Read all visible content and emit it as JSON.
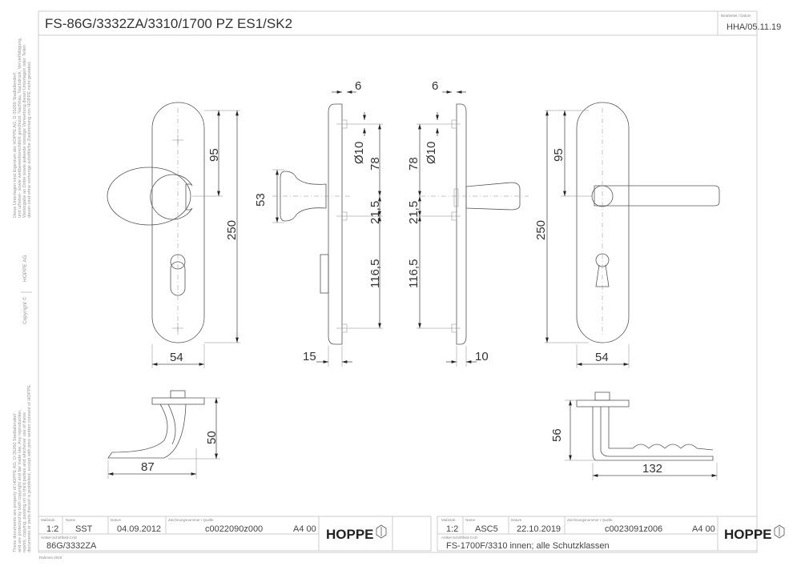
{
  "header": {
    "title": "FS-86G/3332ZA/3310/1700 PZ ES1/SK2",
    "edited_label": "Bearbeitet / Datum",
    "edited_value": "HHA/05.11.19"
  },
  "margin": {
    "copyright": "Copyright ©",
    "company": "HOPPE  AG",
    "legal_de": [
      "Diese Unterlagen sind Eigentum der  HOPPE AG, D-35260 Stadtallendorf",
      "und urheber- sowie wettbewerbsrechtlich geschützt. Nachbau, Nachdruck, Vervielfältigung,",
      "Weitergabe an Dritte sowie jedwede sonstige Verwertung dieser Unterlagen oder Teilen",
      "davon sind ohne vorherige schriftliche Zustimmung von HOPPE nicht gestattet."
    ],
    "legal_en": [
      "These documents are property of HOPPE AG, D-35260 Stadtallendorf",
      "and are protected by both copyright and fair trade law. Any reproduction,",
      "reprint, copying, passing on to third parties and whichever use of these",
      "documents or parts thereof is prohibited, except with prior written consent of HOPPE."
    ]
  },
  "dimensions": {
    "left_front": {
      "height_upper": "95",
      "height_total": "250",
      "width": "54"
    },
    "left_side": {
      "knob": "53",
      "thickness": "15",
      "offset": "6",
      "dia": "Ø10",
      "d1": "78",
      "d2": "21,5",
      "d3": "116,5"
    },
    "right_side": {
      "thickness": "10",
      "offset": "6",
      "dia": "Ø10",
      "d1": "78",
      "d2": "21,5",
      "d3": "116,5"
    },
    "right_front": {
      "height_upper": "95",
      "height_total": "250",
      "width": "54"
    },
    "left_top": {
      "height": "50",
      "width": "87"
    },
    "right_top": {
      "height": "56",
      "width": "132"
    }
  },
  "title_blocks": [
    {
      "scale_label": "Maßstab",
      "scale": "1:2",
      "name_label": "Name",
      "name": "SST",
      "date_label": "Datum",
      "date": "04.09.2012",
      "drawing_label": "Zeichnungsnummer / Quelle",
      "drawing_no": "c0022090z000",
      "format": "A4 00",
      "article_label": "Artikel-Schriftfeld-CAD",
      "article": "86G/3332ZA",
      "logo": "HOPPE"
    },
    {
      "scale_label": "Maßstab",
      "scale": "1:2",
      "name_label": "Name",
      "name": "ASC5",
      "date_label": "Datum",
      "date": "22.10.2019",
      "drawing_label": "Zeichnungsnummer / Quelle",
      "drawing_no": "c0023091z006",
      "format": "A4 00",
      "article_label": "Artikel-Schriftfeld-CAD",
      "article": "FS-1700F/3310 innen; alle Schutzklassen",
      "logo": "HOPPE"
    }
  ],
  "frame_note": "Rahmen 2018"
}
